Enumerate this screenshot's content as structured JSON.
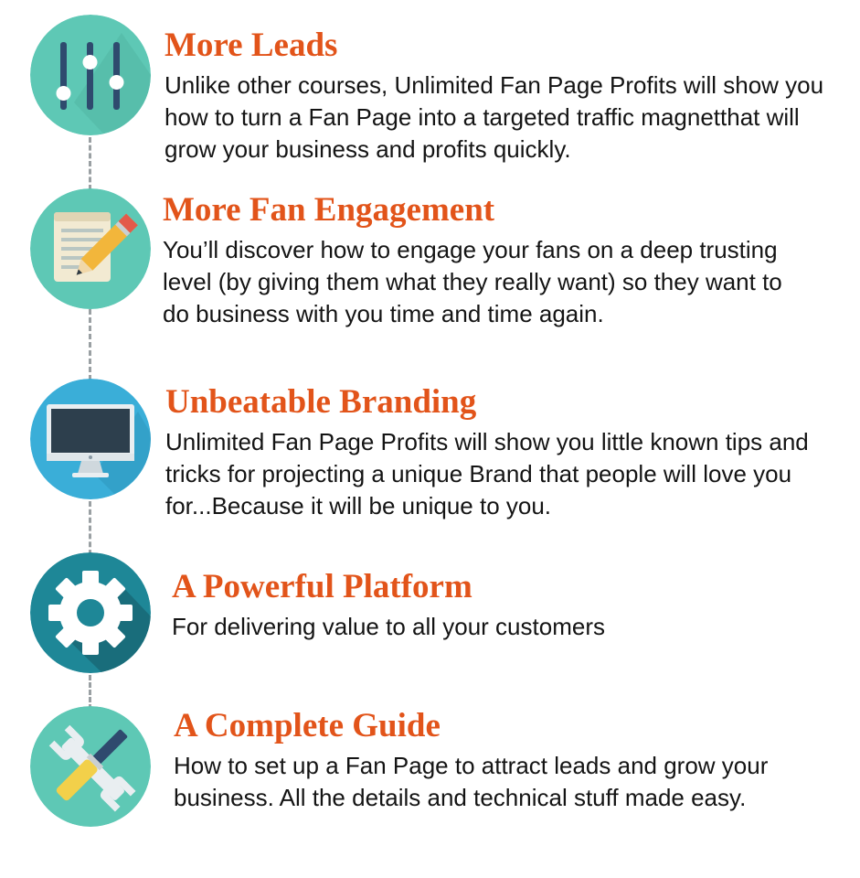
{
  "features": [
    {
      "icon": "sliders-icon",
      "title": "More Leads",
      "description": "Unlike other courses, Unlimited Fan Page Profits will show you how to turn a Fan Page into a targeted traffic magnetthat will grow your business and profits quickly."
    },
    {
      "icon": "notepad-pencil-icon",
      "title": "More Fan Engagement",
      "description": "You’ll discover how to engage your fans on a deep trusting level (by giving them what they really want) so they want to do business with you time and time again."
    },
    {
      "icon": "monitor-icon",
      "title": "Unbeatable Branding",
      "description": "Unlimited Fan Page Profits will show you little known tips and tricks for projecting a unique Brand that people will love you for...Because it will be unique to you."
    },
    {
      "icon": "gear-icon",
      "title": "A Powerful Platform",
      "description": "For delivering value to all your customers"
    },
    {
      "icon": "tools-icon",
      "title": "A Complete Guide",
      "description": "How to set up a Fan Page to attract leads and grow your business. All the details and technical stuff made easy."
    }
  ],
  "colors": {
    "title": "#e2541a",
    "text": "#141414",
    "teal": "#5ec8b5",
    "blue": "#3aaed8",
    "dark_teal": "#1b6f80",
    "connector": "#9aa0a3"
  }
}
